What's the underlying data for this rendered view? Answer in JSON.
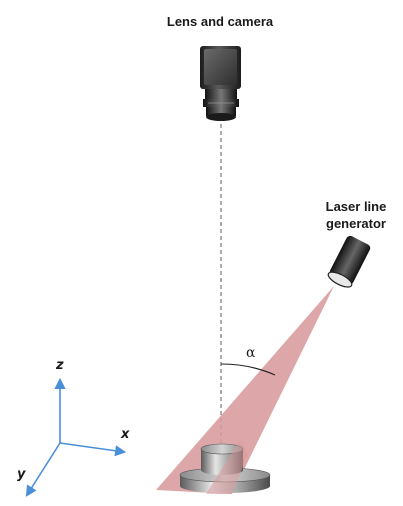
{
  "labels": {
    "camera": "Lens and camera",
    "laser_line1": "Laser line",
    "laser_line2": "generator",
    "angle": "α",
    "axis_x": "x",
    "axis_y": "y",
    "axis_z": "z"
  },
  "colors": {
    "laser_beam": "#d89a9c",
    "axis": "#4a90d9",
    "dashed_line": "#777777",
    "camera_body": "#2a2a2a",
    "object_gray": "#9a9a9a"
  }
}
